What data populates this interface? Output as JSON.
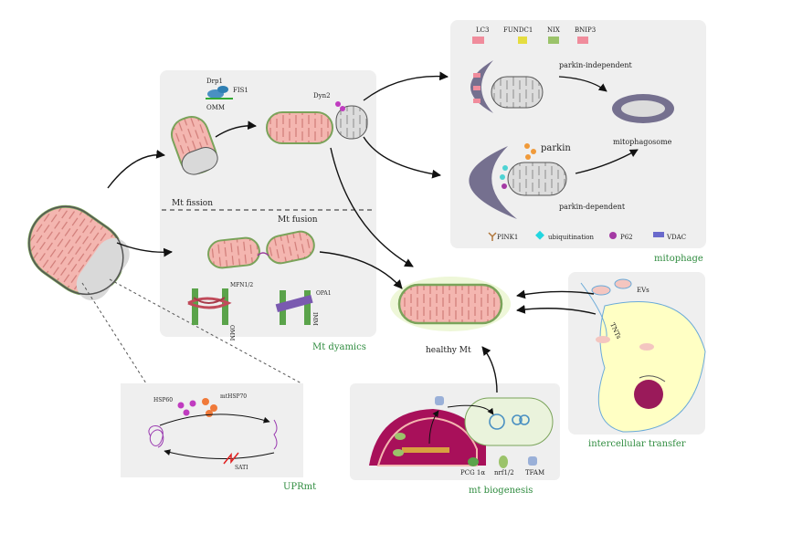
{
  "mitophage_panel": {
    "legend": [
      "LC3",
      "FUNDC1",
      "NIX",
      "BNIP3"
    ],
    "parkin_independent": "parkin-independent",
    "parkin": "parkin",
    "mitophagosome": "mitophagosome",
    "parkin_dependent": "parkin-dependent",
    "bottom_legend": [
      "PINK1",
      "ubiquitination",
      "P62",
      "VDAC"
    ],
    "title": "mitophage"
  },
  "dynamics_panel": {
    "drp1": "Drp1",
    "fis1": "FIS1",
    "omm": "OMM",
    "dyn2": "Dyn2",
    "fission": "Mt fission",
    "fusion": "Mt fusion",
    "mfn": "MFN1/2",
    "omm2": "OMM",
    "opa1": "OPA1",
    "imm": "IMM",
    "title": "Mt dyamics"
  },
  "healthy": "healthy Mt",
  "transfer_panel": {
    "evs": "EVs",
    "tnts": "TNTs",
    "title": "intercellular transfer"
  },
  "uprmt_panel": {
    "hsp60": "HSP60",
    "mthsp70": "mtHSP70",
    "sati": "SATI",
    "title": "UPRmt"
  },
  "biogenesis_panel": {
    "legend": [
      "PCG 1α",
      "nrf1/2",
      "TFAM"
    ],
    "title": "mt biogenesis"
  }
}
